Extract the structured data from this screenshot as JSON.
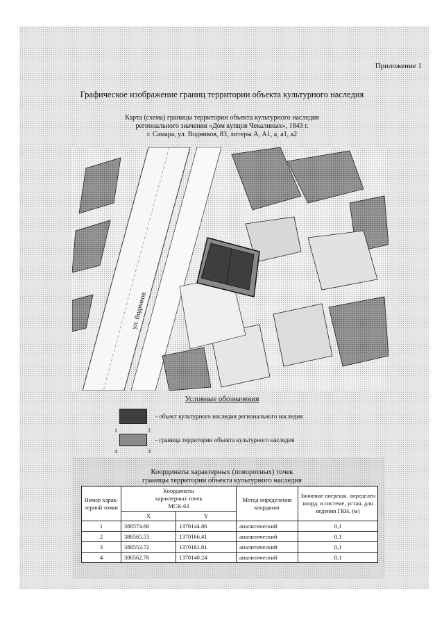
{
  "header": {
    "appendix": "Приложение 1",
    "main_title": "Графическое изображение границ территории объекта культурного наследия",
    "map_title_line1": "Карта (схема) границы территории объекта культурного наследия",
    "map_title_line2": "регионального значения «Дом купцов Чекалиных», 1843 г.",
    "map_title_line3": "г. Самара, ул. Водников, 83, литеры А, А1, а, а1, а2"
  },
  "map": {
    "street_label": "ул. Водников"
  },
  "legend": {
    "title": "Условные обозначения",
    "object_label": "- объект культурного наследия регионального наследия",
    "boundary_label": "- граница территории объекта культурного наследия",
    "corner_labels": [
      "1",
      "2",
      "3",
      "4"
    ]
  },
  "coordinates": {
    "title_line1": "Координаты характерных (поворотных) точек",
    "title_line2": "границы территории объекта культурного наследия",
    "headers": {
      "number": "Номер харак-терной точки",
      "coords_line1": "Координаты",
      "coords_line2": "характерных точек",
      "coords_line3": "МСК-63",
      "x": "X",
      "y": "Y",
      "method": "Метод определения координат",
      "accuracy": "Значение погрешн. определен коорд. в системе, устан. для ведения ГКН, (м)"
    },
    "rows": [
      {
        "n": "1",
        "x": "386574.66",
        "y": "1370144.86",
        "method": "аналитический",
        "accuracy": "0,1"
      },
      {
        "n": "2",
        "x": "386565.53",
        "y": "1370166.41",
        "method": "аналитический",
        "accuracy": "0,1"
      },
      {
        "n": "3",
        "x": "386553.72",
        "y": "1370161.81",
        "method": "аналитический",
        "accuracy": "0,1"
      },
      {
        "n": "4",
        "x": "386562.76",
        "y": "1370140.24",
        "method": "аналитический",
        "accuracy": "0,1"
      }
    ]
  }
}
